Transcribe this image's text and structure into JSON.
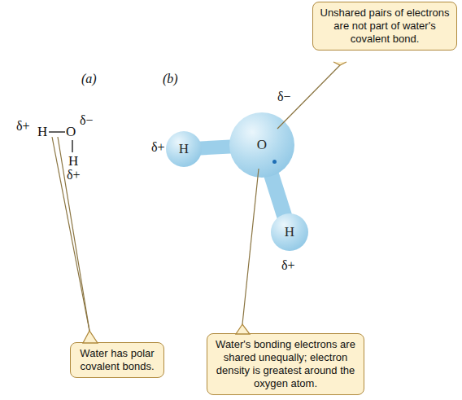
{
  "diagram": {
    "nodes": [
      {
        "text": [
          "Unshared pairs of electrons are not part of water's covalent bond."
        ]
      },
      {
        "text": [
          "H"
        ]
      },
      {
        "text": [
          "O"
        ]
      },
      {
        "text": [
          "H"
        ]
      },
      {
        "text": [
          "Water has polar covalent bonds."
        ]
      },
      {
        "text": [
          "Water's bonding electrons are shared unequally; electron density is greatest around the oxygen atom."
        ]
      }
    ],
    "edges": [
      {
        "from": 2,
        "to": 1,
        "arrow": "none"
      },
      {
        "from": 2,
        "to": 3,
        "arrow": "none"
      }
    ],
    "labels": [
      "(a)",
      "δ+",
      "H",
      "O",
      "δ−",
      "H",
      "δ+",
      "(b)",
      "δ−",
      "δ+",
      "δ+"
    ]
  }
}
